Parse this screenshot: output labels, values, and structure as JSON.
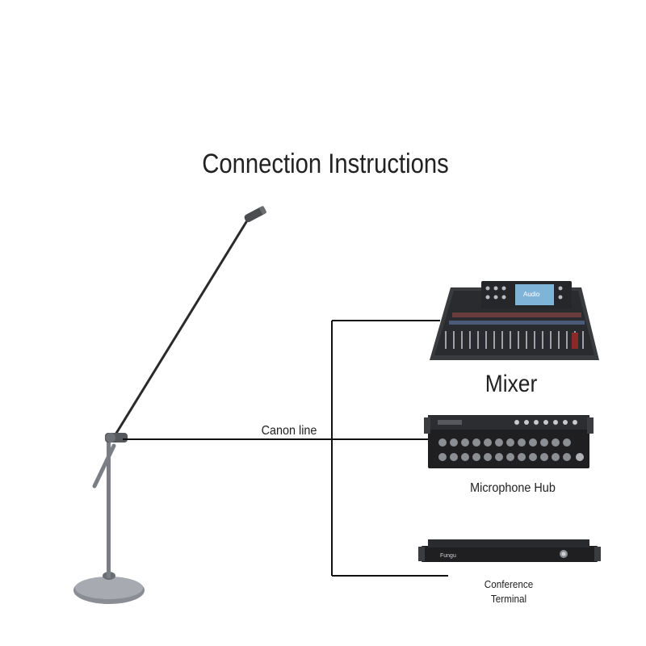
{
  "title": "Connection Instructions",
  "cable_label": "Canon line",
  "devices": {
    "mixer": {
      "label": "Mixer",
      "screen_text": "Audio",
      "icon": "digital-mixer-console"
    },
    "hub": {
      "label": "Microphone Hub",
      "icon": "rack-microphone-hub"
    },
    "terminal": {
      "label": "Conference Terminal",
      "label_line1": "Conference",
      "label_line2": "Terminal",
      "brand_text": "Fungu",
      "icon": "rack-conference-terminal"
    }
  },
  "microphone": {
    "icon": "floor-stand-microphone"
  },
  "colors": {
    "line": "#111111",
    "text": "#222222",
    "device_dark": "#1f1f22",
    "screen": "#7fb3d8"
  }
}
